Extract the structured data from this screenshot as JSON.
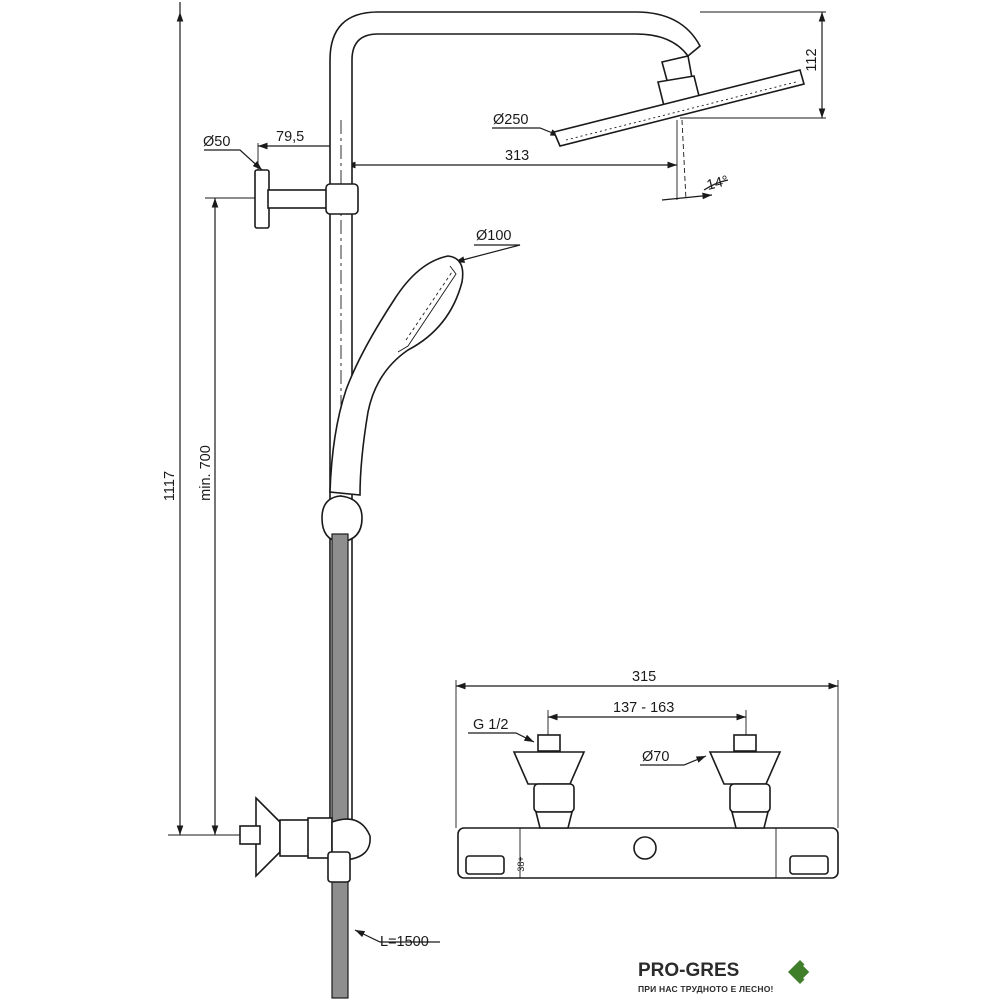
{
  "drawing": {
    "dimensions": {
      "height_total": "1117",
      "min_height": "min. 700",
      "wall_flange_diameter": "Ø50",
      "arm_offset": "79,5",
      "arm_reach": "313",
      "head_diameter": "Ø250",
      "head_height": "112",
      "tilt_angle": "14°",
      "hand_shower_diameter": "Ø100",
      "hose_length": "L=1500",
      "mixer_width": "315",
      "connection_spacing": "137 - 163",
      "thread": "G 1/2",
      "eccentric_diameter": "Ø70"
    },
    "mixer_markings": {
      "temp_mark": "38+",
      "flow_mark": ""
    }
  },
  "brand": {
    "name": "PRO-GRES",
    "tagline": "ПРИ НАС ТРУДНОТО Е ЛЕСНО!",
    "colors": {
      "accent_light": "#6fbf3f",
      "accent_dark": "#3f7f2a"
    }
  }
}
